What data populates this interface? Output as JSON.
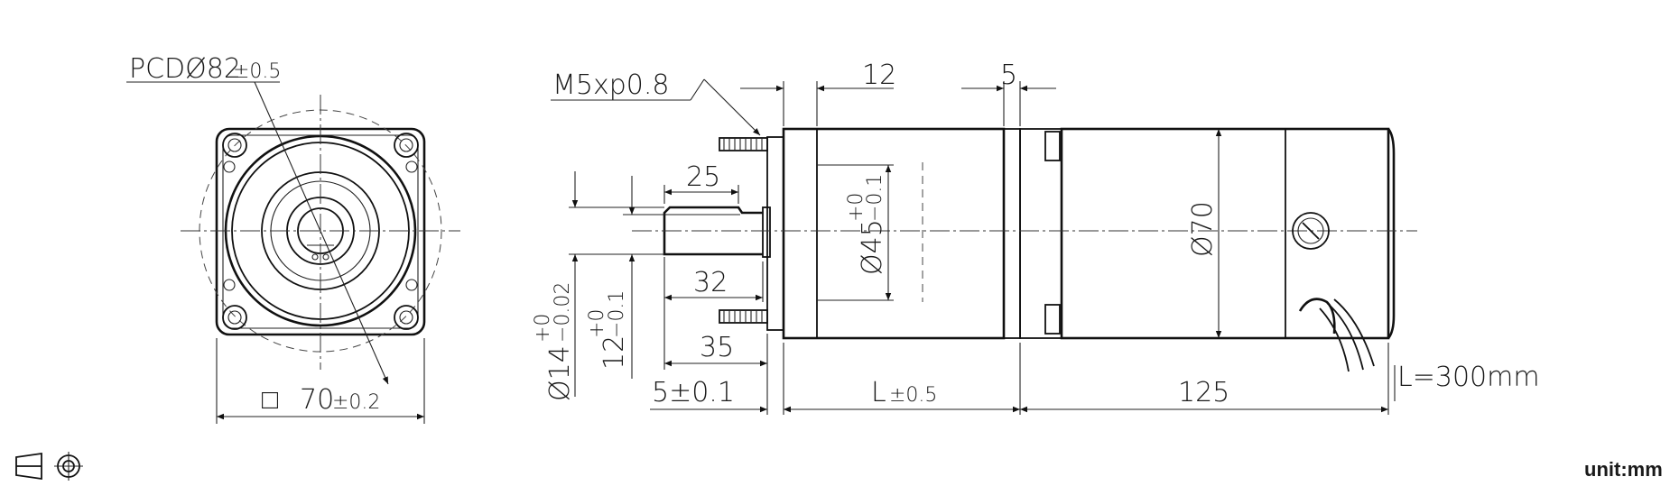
{
  "front_view": {
    "pcd_label": "PCDØ82",
    "pcd_tol": "±0.5",
    "square_symbol": "□",
    "square_size": "70",
    "square_tol": "±0.2"
  },
  "side_view": {
    "thread_label": "M5xp0.8",
    "dim_12": "12",
    "dim_5": "5",
    "dim_25": "25",
    "dim_32": "32",
    "dim_35": "35",
    "dim_5_tol": "5±0.1",
    "dim_L": "L",
    "dim_L_tol": "±0.5",
    "dim_125": "125",
    "lead_length": "L=300mm",
    "dim_d70": "Ø70",
    "dim_d45": "Ø45",
    "dim_d45_tol_upper": "+0",
    "dim_d45_tol_lower": "−0.1",
    "dim_d14": "Ø14",
    "dim_d14_tol_upper": "+0",
    "dim_d14_tol_lower": "−0.02",
    "dim_12_key": "12",
    "dim_12_key_tol_upper": "+0",
    "dim_12_key_tol_lower": "−0.1"
  },
  "footer": {
    "projection_symbol": "first-angle-projection-icon",
    "unit_label": "unit:mm"
  }
}
